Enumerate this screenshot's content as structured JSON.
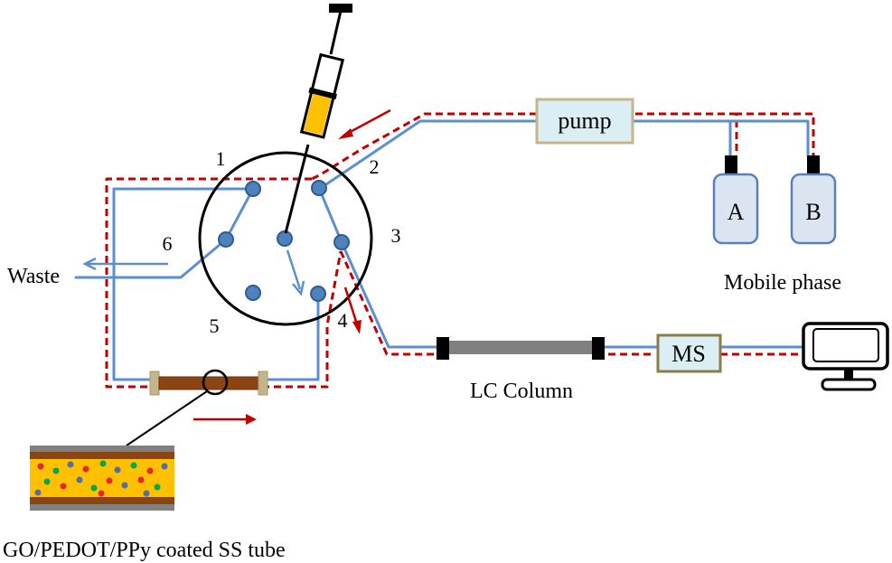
{
  "labels": {
    "port_1": "1",
    "port_2": "2",
    "port_3": "3",
    "port_4": "4",
    "port_5": "5",
    "port_6": "6",
    "waste": "Waste",
    "pump": "pump",
    "bottle_a": "A",
    "bottle_b": "B",
    "mobile_phase": "Mobile phase",
    "ms": "MS",
    "lc_column": "LC Column",
    "tube_caption": "GO/PEDOT/PPy coated SS tube"
  },
  "colors": {
    "flow_line": "#5b8fd0",
    "dashed_path": "#c00000",
    "box_fill": "#dbeef4",
    "box_border": "#c4b58a",
    "bottle_fill": "#dbe5f1",
    "port_fill": "#4f81bd",
    "syringe_liquid": "#ffc000",
    "tube_brown": "#8b4513"
  },
  "icons": [
    "syringe-icon",
    "computer-monitor-icon",
    "arrow-icon"
  ]
}
